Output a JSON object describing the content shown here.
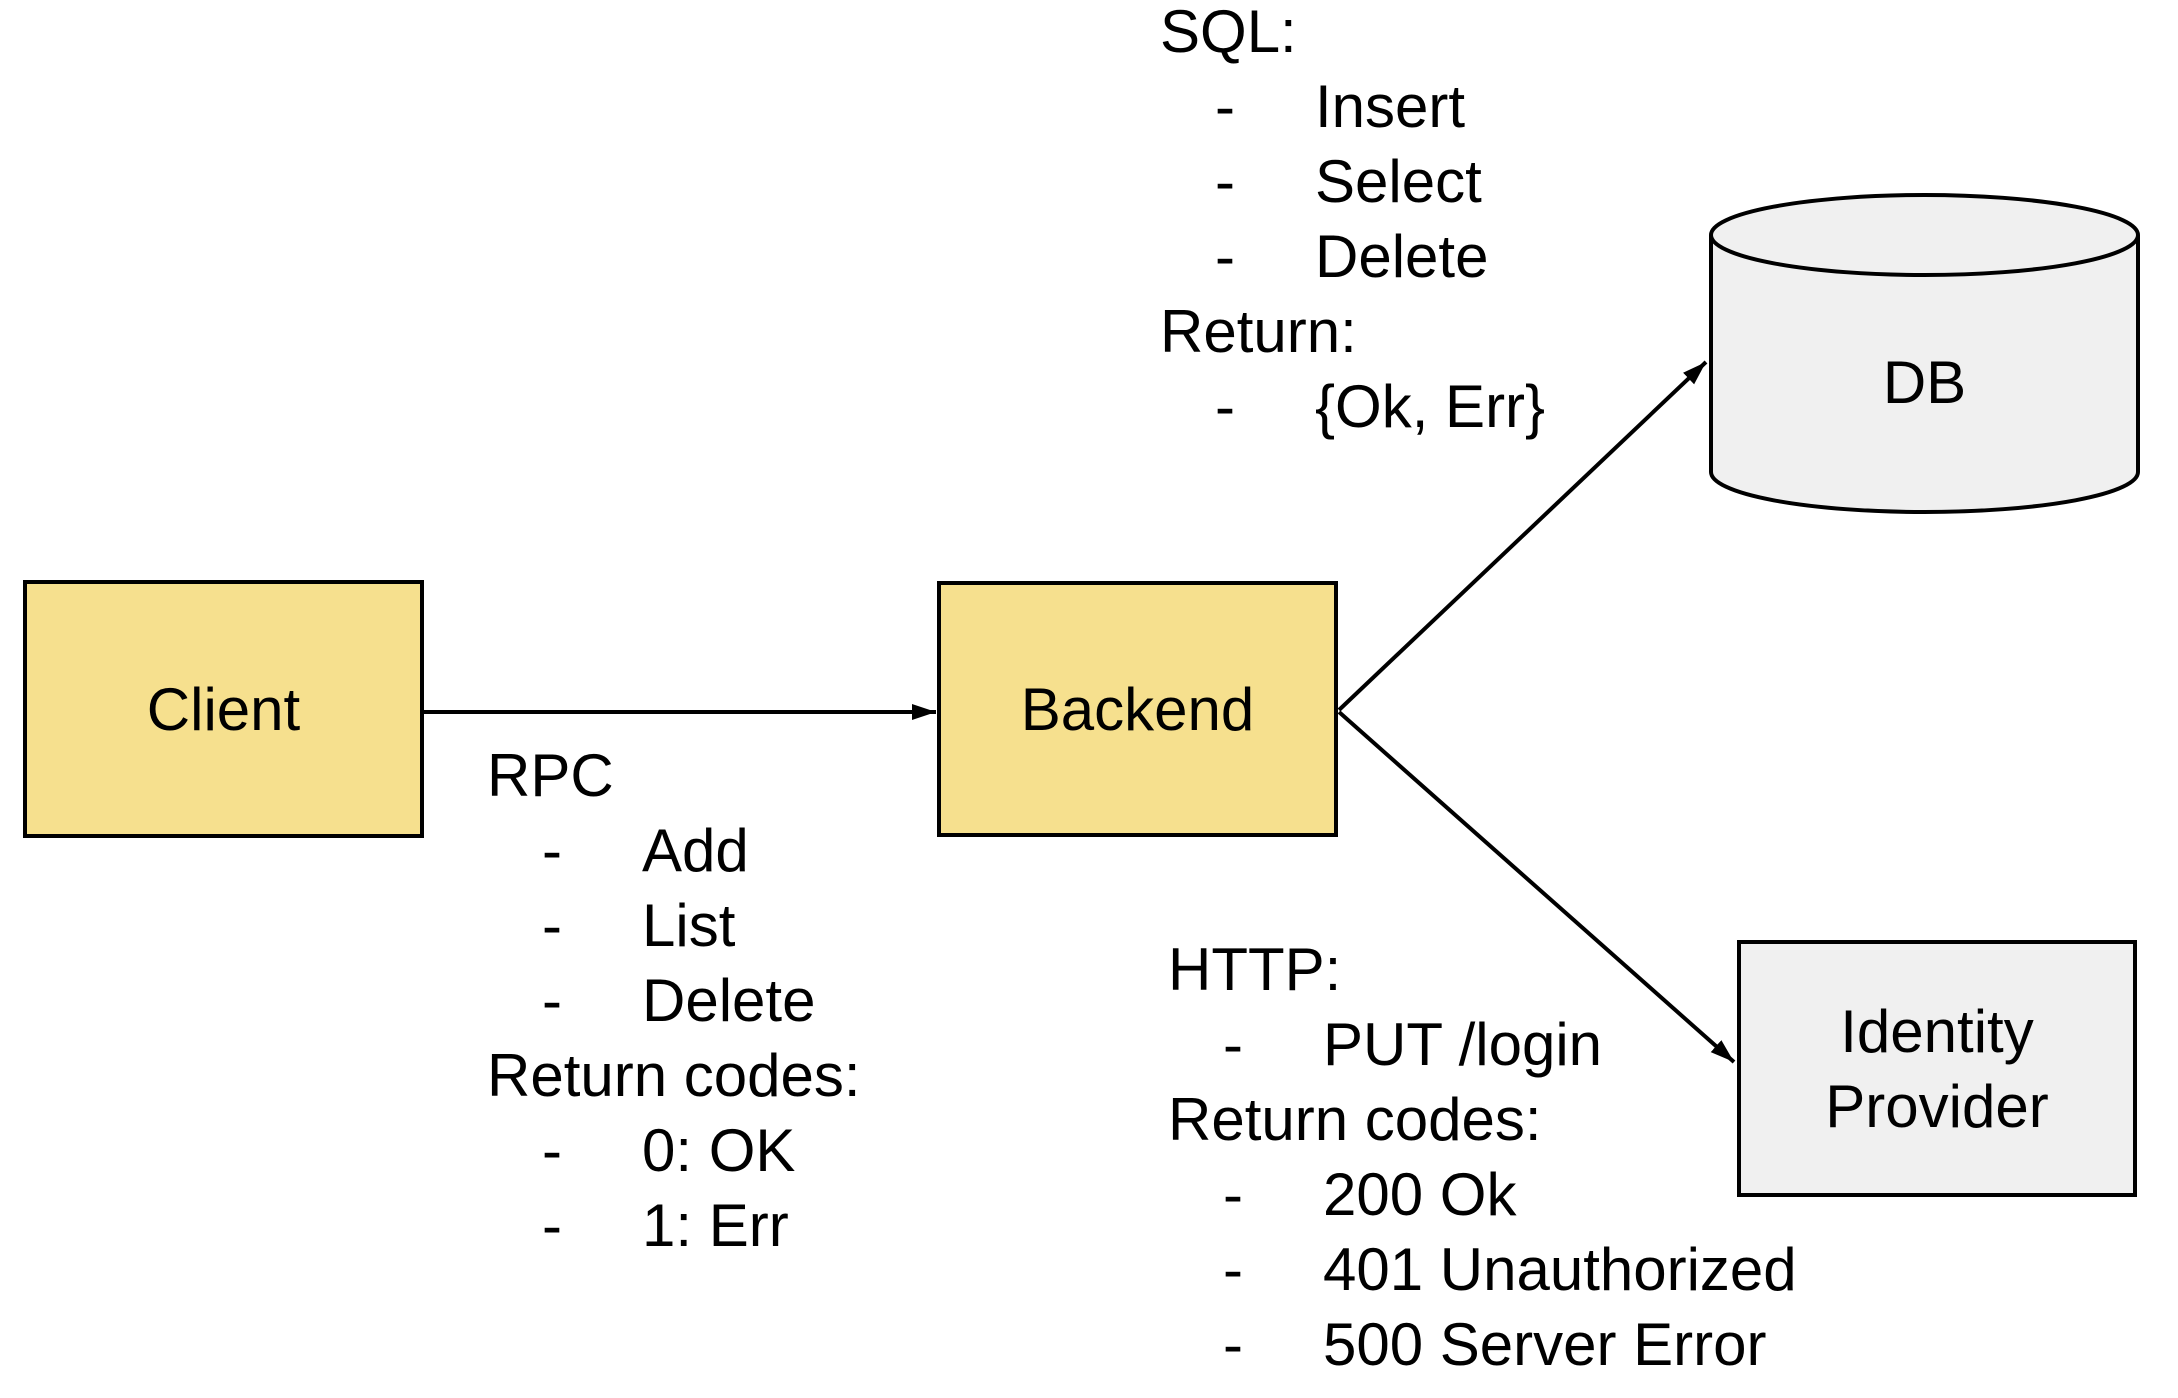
{
  "canvas": {
    "background": "#ffffff",
    "node_yellow": "#f6e08e",
    "node_gray": "#f0f0f0",
    "stroke_color": "#000000"
  },
  "bullet": "-",
  "nodes": {
    "client": {
      "label": "Client"
    },
    "backend": {
      "label": "Backend"
    },
    "db": {
      "label": "DB"
    },
    "identity_provider": {
      "label": "Identity Provider"
    }
  },
  "annotations": {
    "rpc": {
      "title": "RPC",
      "items": [
        "Add",
        "List",
        "Delete"
      ],
      "return_title": "Return codes:",
      "return_items": [
        "0: OK",
        "1: Err"
      ]
    },
    "sql": {
      "title": "SQL:",
      "items": [
        "Insert",
        "Select",
        "Delete"
      ],
      "return_title": "Return:",
      "return_items": [
        "{Ok, Err}"
      ]
    },
    "http": {
      "title": "HTTP:",
      "items": [
        "PUT /login"
      ],
      "return_title": "Return codes:",
      "return_items": [
        "200 Ok",
        "401 Unauthorized",
        "500 Server Error"
      ]
    }
  }
}
